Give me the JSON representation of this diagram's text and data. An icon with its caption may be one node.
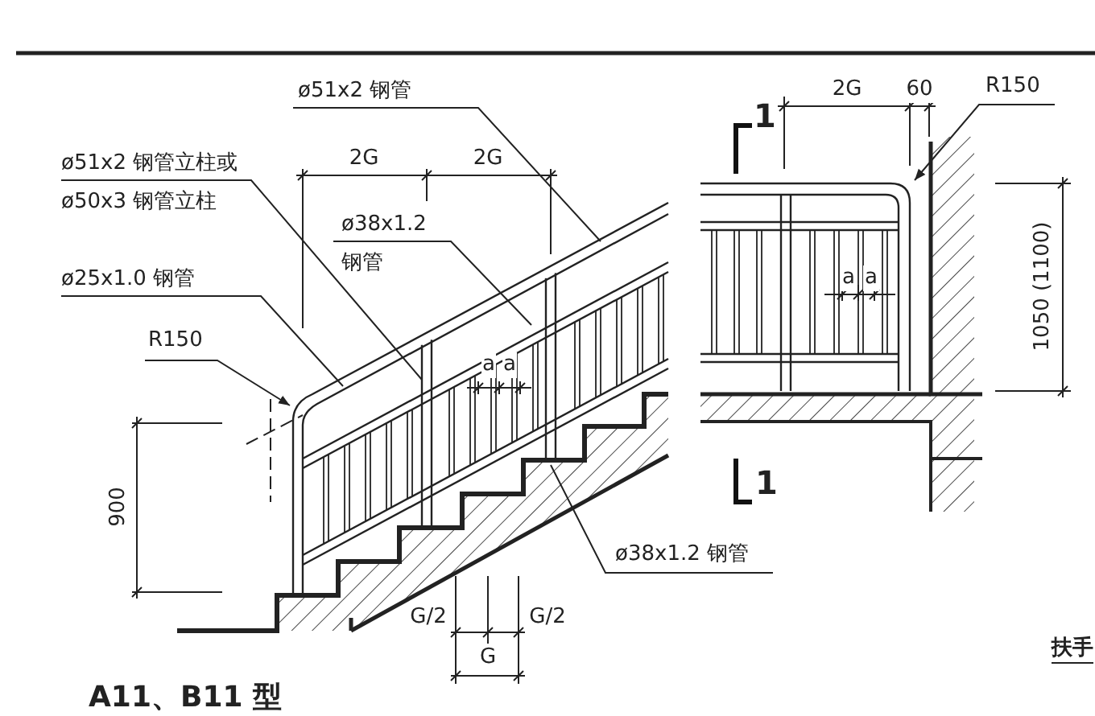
{
  "diagram": {
    "title": "A11、B11 型",
    "nodes": [
      {
        "text": [
          "ø51x2 钢管"
        ]
      },
      {
        "text": [
          "ø51x2 钢管立柱或 ø50x3 钢管立柱"
        ]
      },
      {
        "text": [
          "ø38x1.2 钢管"
        ]
      },
      {
        "text": [
          "ø25x1.0 钢管"
        ]
      },
      {
        "text": [
          "R150"
        ]
      },
      {
        "text": [
          "ø38x1.2 钢管"
        ]
      },
      {
        "text": [
          "R150"
        ]
      }
    ],
    "edges": [
      {
        "from": 0,
        "to": null,
        "arrow": "none"
      },
      {
        "from": 1,
        "to": null,
        "arrow": "none"
      },
      {
        "from": 2,
        "to": null,
        "arrow": "none"
      },
      {
        "from": 3,
        "to": null,
        "arrow": "none"
      },
      {
        "from": 4,
        "to": null,
        "arrow": "to"
      },
      {
        "from": 5,
        "to": null,
        "arrow": "none"
      },
      {
        "from": 6,
        "to": null,
        "arrow": "to"
      }
    ],
    "labels": [
      "2G",
      "2G",
      "a",
      "a",
      "900",
      "G/2",
      "G/2",
      "G",
      "1",
      "2G",
      "60",
      "a",
      "a",
      "1050 (1100)",
      "1",
      "扶手"
    ]
  }
}
